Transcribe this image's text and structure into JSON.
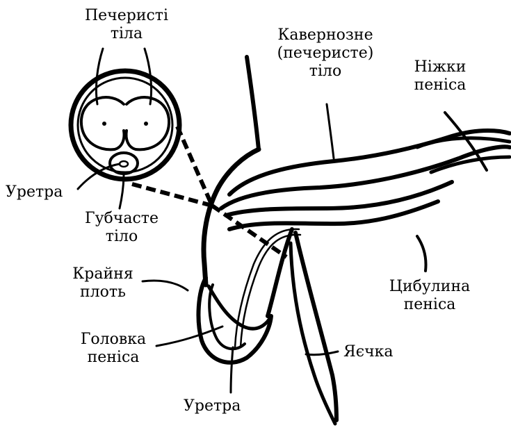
{
  "labels": {
    "cavernous_bodies": [
      "Печеристі",
      "тіла"
    ],
    "urethra_section": "Уретра",
    "spongy_body": [
      "Губчасте",
      "тіло"
    ],
    "cavernous_body": [
      "Кавернозне",
      "(печеристе)",
      "тіло"
    ],
    "crura": [
      "Ніжки",
      "пеніса"
    ],
    "foreskin": [
      "Крайня",
      "плоть"
    ],
    "glans": [
      "Головка",
      "пеніса"
    ],
    "bulb": [
      "Цибулина",
      "пеніса"
    ],
    "testicle": "Яєчка",
    "urethra_bottom": "Уретра"
  },
  "colors": {
    "ink": "#000000",
    "background": "#ffffff"
  }
}
